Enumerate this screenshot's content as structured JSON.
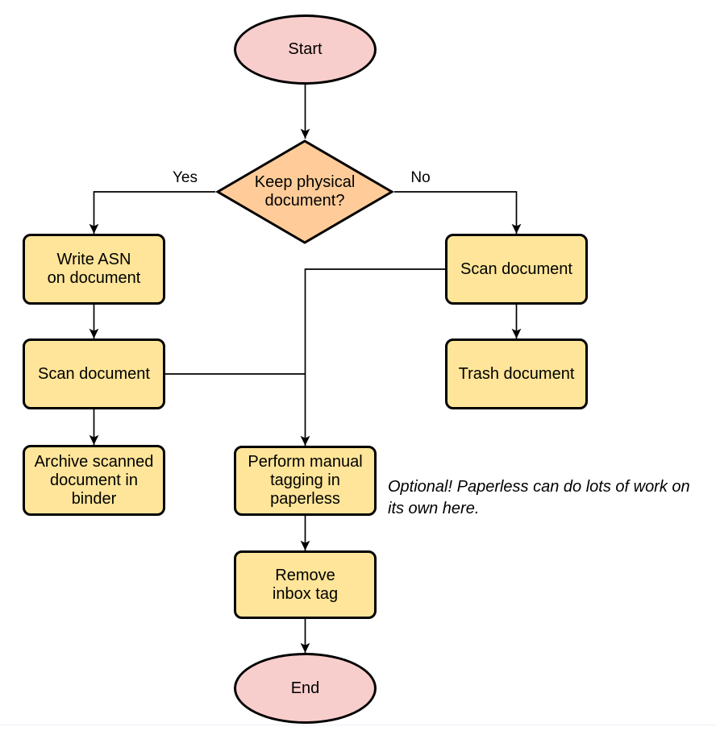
{
  "diagram": {
    "title_hint": "Paperless document intake flowchart",
    "colors": {
      "terminator_fill": "#f8cecc",
      "decision_fill": "#ffcc99",
      "process_fill": "#ffe599",
      "stroke": "#000000",
      "background": "#ffffff"
    },
    "nodes": {
      "start": {
        "type": "terminator",
        "label": "Start"
      },
      "decision": {
        "type": "decision",
        "label": "Keep physical\ndocument?"
      },
      "write_asn": {
        "type": "process",
        "label": "Write ASN\non document"
      },
      "scan_left": {
        "type": "process",
        "label": "Scan document"
      },
      "archive": {
        "type": "process",
        "label": "Archive scanned\ndocument in\nbinder"
      },
      "scan_right": {
        "type": "process",
        "label": "Scan document"
      },
      "trash": {
        "type": "process",
        "label": "Trash document"
      },
      "tagging": {
        "type": "process",
        "label": "Perform manual\ntagging in\npaperless"
      },
      "remove_inbox": {
        "type": "process",
        "label": "Remove\ninbox tag"
      },
      "end": {
        "type": "terminator",
        "label": "End"
      }
    },
    "edge_labels": {
      "yes": "Yes",
      "no": "No"
    },
    "note": "Optional! Paperless can do lots of work on\nits own here."
  }
}
